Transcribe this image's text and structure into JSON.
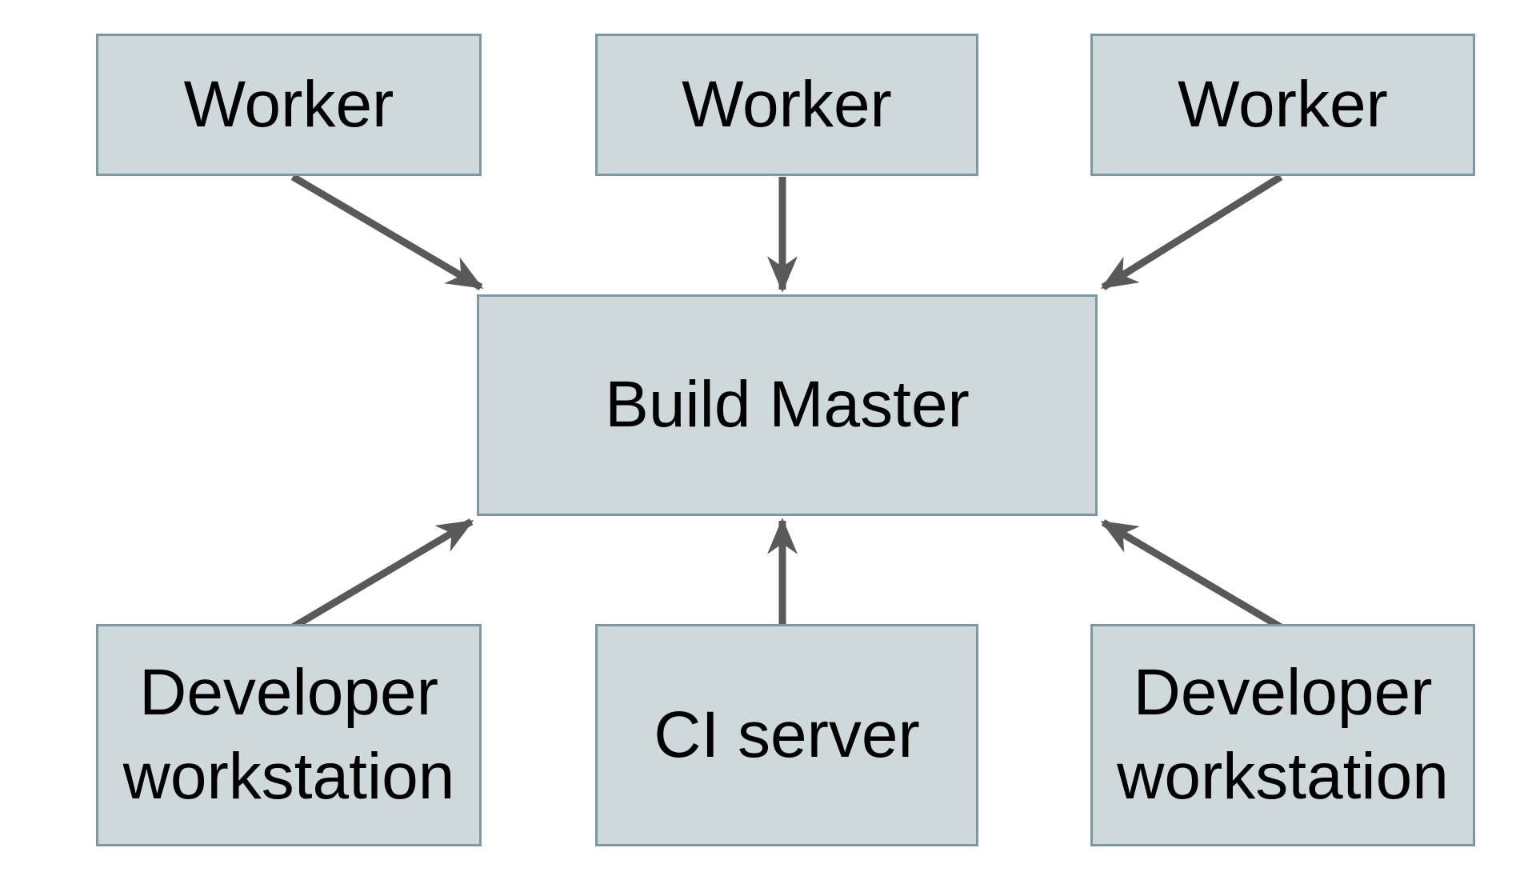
{
  "diagram": {
    "nodes": [
      {
        "id": "worker-1",
        "label": "Worker"
      },
      {
        "id": "worker-2",
        "label": "Worker"
      },
      {
        "id": "worker-3",
        "label": "Worker"
      },
      {
        "id": "build-master",
        "label": "Build Master"
      },
      {
        "id": "developer-workstation-1",
        "label": "Developer workstation"
      },
      {
        "id": "ci-server",
        "label": "CI server"
      },
      {
        "id": "developer-workstation-2",
        "label": "Developer workstation"
      }
    ],
    "edges": [
      {
        "from": "worker-1",
        "to": "build-master"
      },
      {
        "from": "worker-2",
        "to": "build-master"
      },
      {
        "from": "worker-3",
        "to": "build-master"
      },
      {
        "from": "developer-workstation-1",
        "to": "build-master"
      },
      {
        "from": "ci-server",
        "to": "build-master"
      },
      {
        "from": "developer-workstation-2",
        "to": "build-master"
      }
    ],
    "colors": {
      "background": "#ffffff",
      "node_fill": "#cfd8da",
      "node_border": "#7d97a3",
      "arrow": "#595959",
      "text": "#000000"
    }
  }
}
